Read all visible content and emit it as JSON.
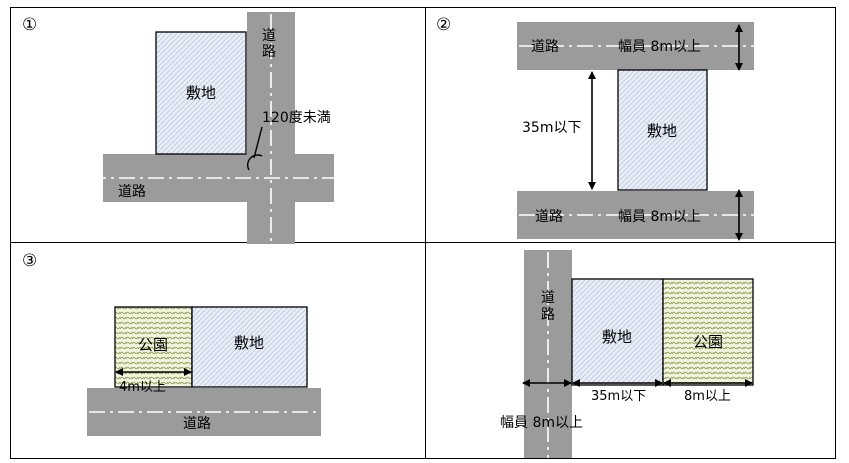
{
  "panels": [
    {
      "number": "①",
      "site_label": "敷地",
      "road_vertical_label": [
        "道",
        "路"
      ],
      "road_horizontal_label": "道路",
      "angle_note": "120度未満"
    },
    {
      "number": "②",
      "road_top_label": "道路",
      "road_top_width": "幅員 8m以上",
      "distance_label": "35m以下",
      "site_label": "敷地",
      "road_bottom_label": "道路",
      "road_bottom_width": "幅員 8m以上"
    },
    {
      "number": "③",
      "park_label": "公園",
      "site_label": "敷地",
      "park_width": "4m以上",
      "road_label": "道路"
    },
    {
      "number": "",
      "road_vertical_label": [
        "道",
        "路"
      ],
      "site_label": "敷地",
      "park_label": "公園",
      "road_width": "幅員 8m以上",
      "site_width": "35m以下",
      "park_width": "8m以上"
    }
  ]
}
